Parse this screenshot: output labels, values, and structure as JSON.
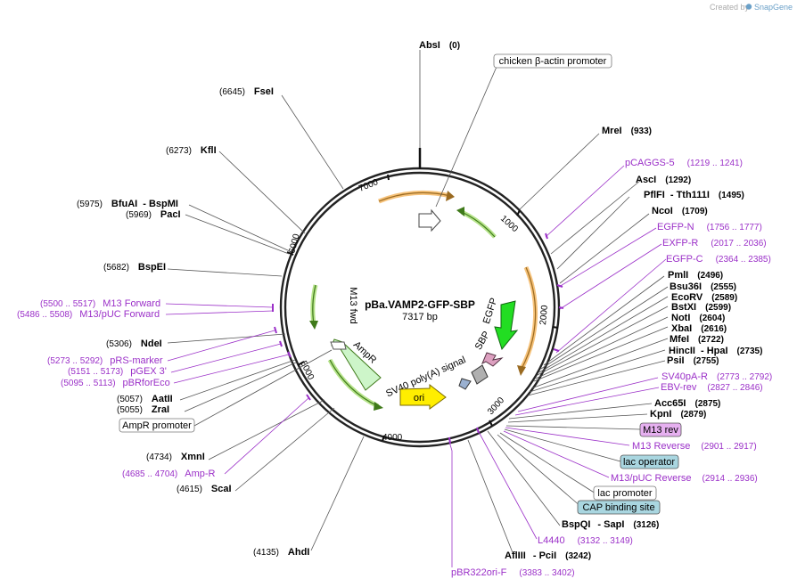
{
  "credit": {
    "prefix": "Created by",
    "brand": "SnapGene"
  },
  "plasmid": {
    "name": "pBa.VAMP2-GFP-SBP",
    "size": "7317 bp"
  },
  "ticks": [
    "1000",
    "2000",
    "3000",
    "4000",
    "5000",
    "6000",
    "7000"
  ],
  "features": {
    "m13_fwd": "M13 fwd",
    "egfp": "EGFP",
    "sbp": "SBP",
    "ampr": "AmpR",
    "sv40": "SV40 poly(A) signal",
    "ori": "ori"
  },
  "enzymes": [
    {
      "name": "AbsI",
      "pos": "(0)"
    },
    {
      "name": "FseI",
      "pos": "(6645)"
    },
    {
      "name": "MreI",
      "pos": "(933)"
    },
    {
      "name": "KflI",
      "pos": "(6273)"
    },
    {
      "name": "AscI",
      "pos": "(1292)"
    },
    {
      "name": "PflFI",
      "extra": "Tth111I",
      "pos": "(1495)"
    },
    {
      "name": "BfuAI",
      "extra": "BspMI",
      "pos": "(5975)"
    },
    {
      "name": "PacI",
      "pos": "(5969)"
    },
    {
      "name": "NcoI",
      "pos": "(1709)"
    },
    {
      "name": "BspEI",
      "pos": "(5682)"
    },
    {
      "name": "PmlI",
      "pos": "(2496)"
    },
    {
      "name": "Bsu36I",
      "pos": "(2555)"
    },
    {
      "name": "EcoRV",
      "pos": "(2589)"
    },
    {
      "name": "BstXI",
      "pos": "(2599)"
    },
    {
      "name": "NotI",
      "pos": "(2604)"
    },
    {
      "name": "NdeI",
      "pos": "(5306)"
    },
    {
      "name": "XbaI",
      "pos": "(2616)"
    },
    {
      "name": "MfeI",
      "pos": "(2722)"
    },
    {
      "name": "HincII",
      "extra": "HpaI",
      "pos": "(2735)"
    },
    {
      "name": "PsiI",
      "pos": "(2755)"
    },
    {
      "name": "AatII",
      "pos": "(5057)"
    },
    {
      "name": "ZraI",
      "pos": "(5055)"
    },
    {
      "name": "Acc65I",
      "pos": "(2875)"
    },
    {
      "name": "KpnI",
      "pos": "(2879)"
    },
    {
      "name": "XmnI",
      "pos": "(4734)"
    },
    {
      "name": "ScaI",
      "pos": "(4615)"
    },
    {
      "name": "BspQI",
      "extra": "SapI",
      "pos": "(3126)"
    },
    {
      "name": "AhdI",
      "pos": "(4135)"
    },
    {
      "name": "AflIII",
      "extra": "PciI",
      "pos": "(3242)"
    }
  ],
  "primers": [
    {
      "name": "pCAGGS-5",
      "pos": "(1219 .. 1241)"
    },
    {
      "name": "EGFP-N",
      "pos": "(1756 .. 1777)"
    },
    {
      "name": "EXFP-R",
      "pos": "(2017 .. 2036)"
    },
    {
      "name": "EGFP-C",
      "pos": "(2364 .. 2385)"
    },
    {
      "name": "M13 Forward",
      "pos": "(5500 .. 5517)"
    },
    {
      "name": "M13/pUC Forward",
      "pos": "(5486 .. 5508)"
    },
    {
      "name": "pRS-marker",
      "pos": "(5273 .. 5292)"
    },
    {
      "name": "pGEX 3'",
      "pos": "(5151 .. 5173)"
    },
    {
      "name": "pBRforEco",
      "pos": "(5095 .. 5113)"
    },
    {
      "name": "SV40pA-R",
      "pos": "(2773 .. 2792)"
    },
    {
      "name": "EBV-rev",
      "pos": "(2827 .. 2846)"
    },
    {
      "name": "M13 Reverse",
      "pos": "(2901 .. 2917)"
    },
    {
      "name": "M13/pUC Reverse",
      "pos": "(2914 .. 2936)"
    },
    {
      "name": "Amp-R",
      "pos": "(4685 .. 4704)"
    },
    {
      "name": "L4440",
      "pos": "(3132 .. 3149)"
    },
    {
      "name": "pBR322ori-F",
      "pos": "(3383 .. 3402)"
    }
  ],
  "boxes": {
    "chicken": "chicken β-actin promoter",
    "ampr_promoter": "AmpR promoter",
    "m13rev": "M13 rev",
    "lacop": "lac operator",
    "lacprom": "lac promoter",
    "cap": "CAP binding site"
  },
  "colors": {
    "primer": "#9b30c8",
    "green": "#7ac143",
    "orange": "#f0a030",
    "yellow": "#ffee00"
  }
}
